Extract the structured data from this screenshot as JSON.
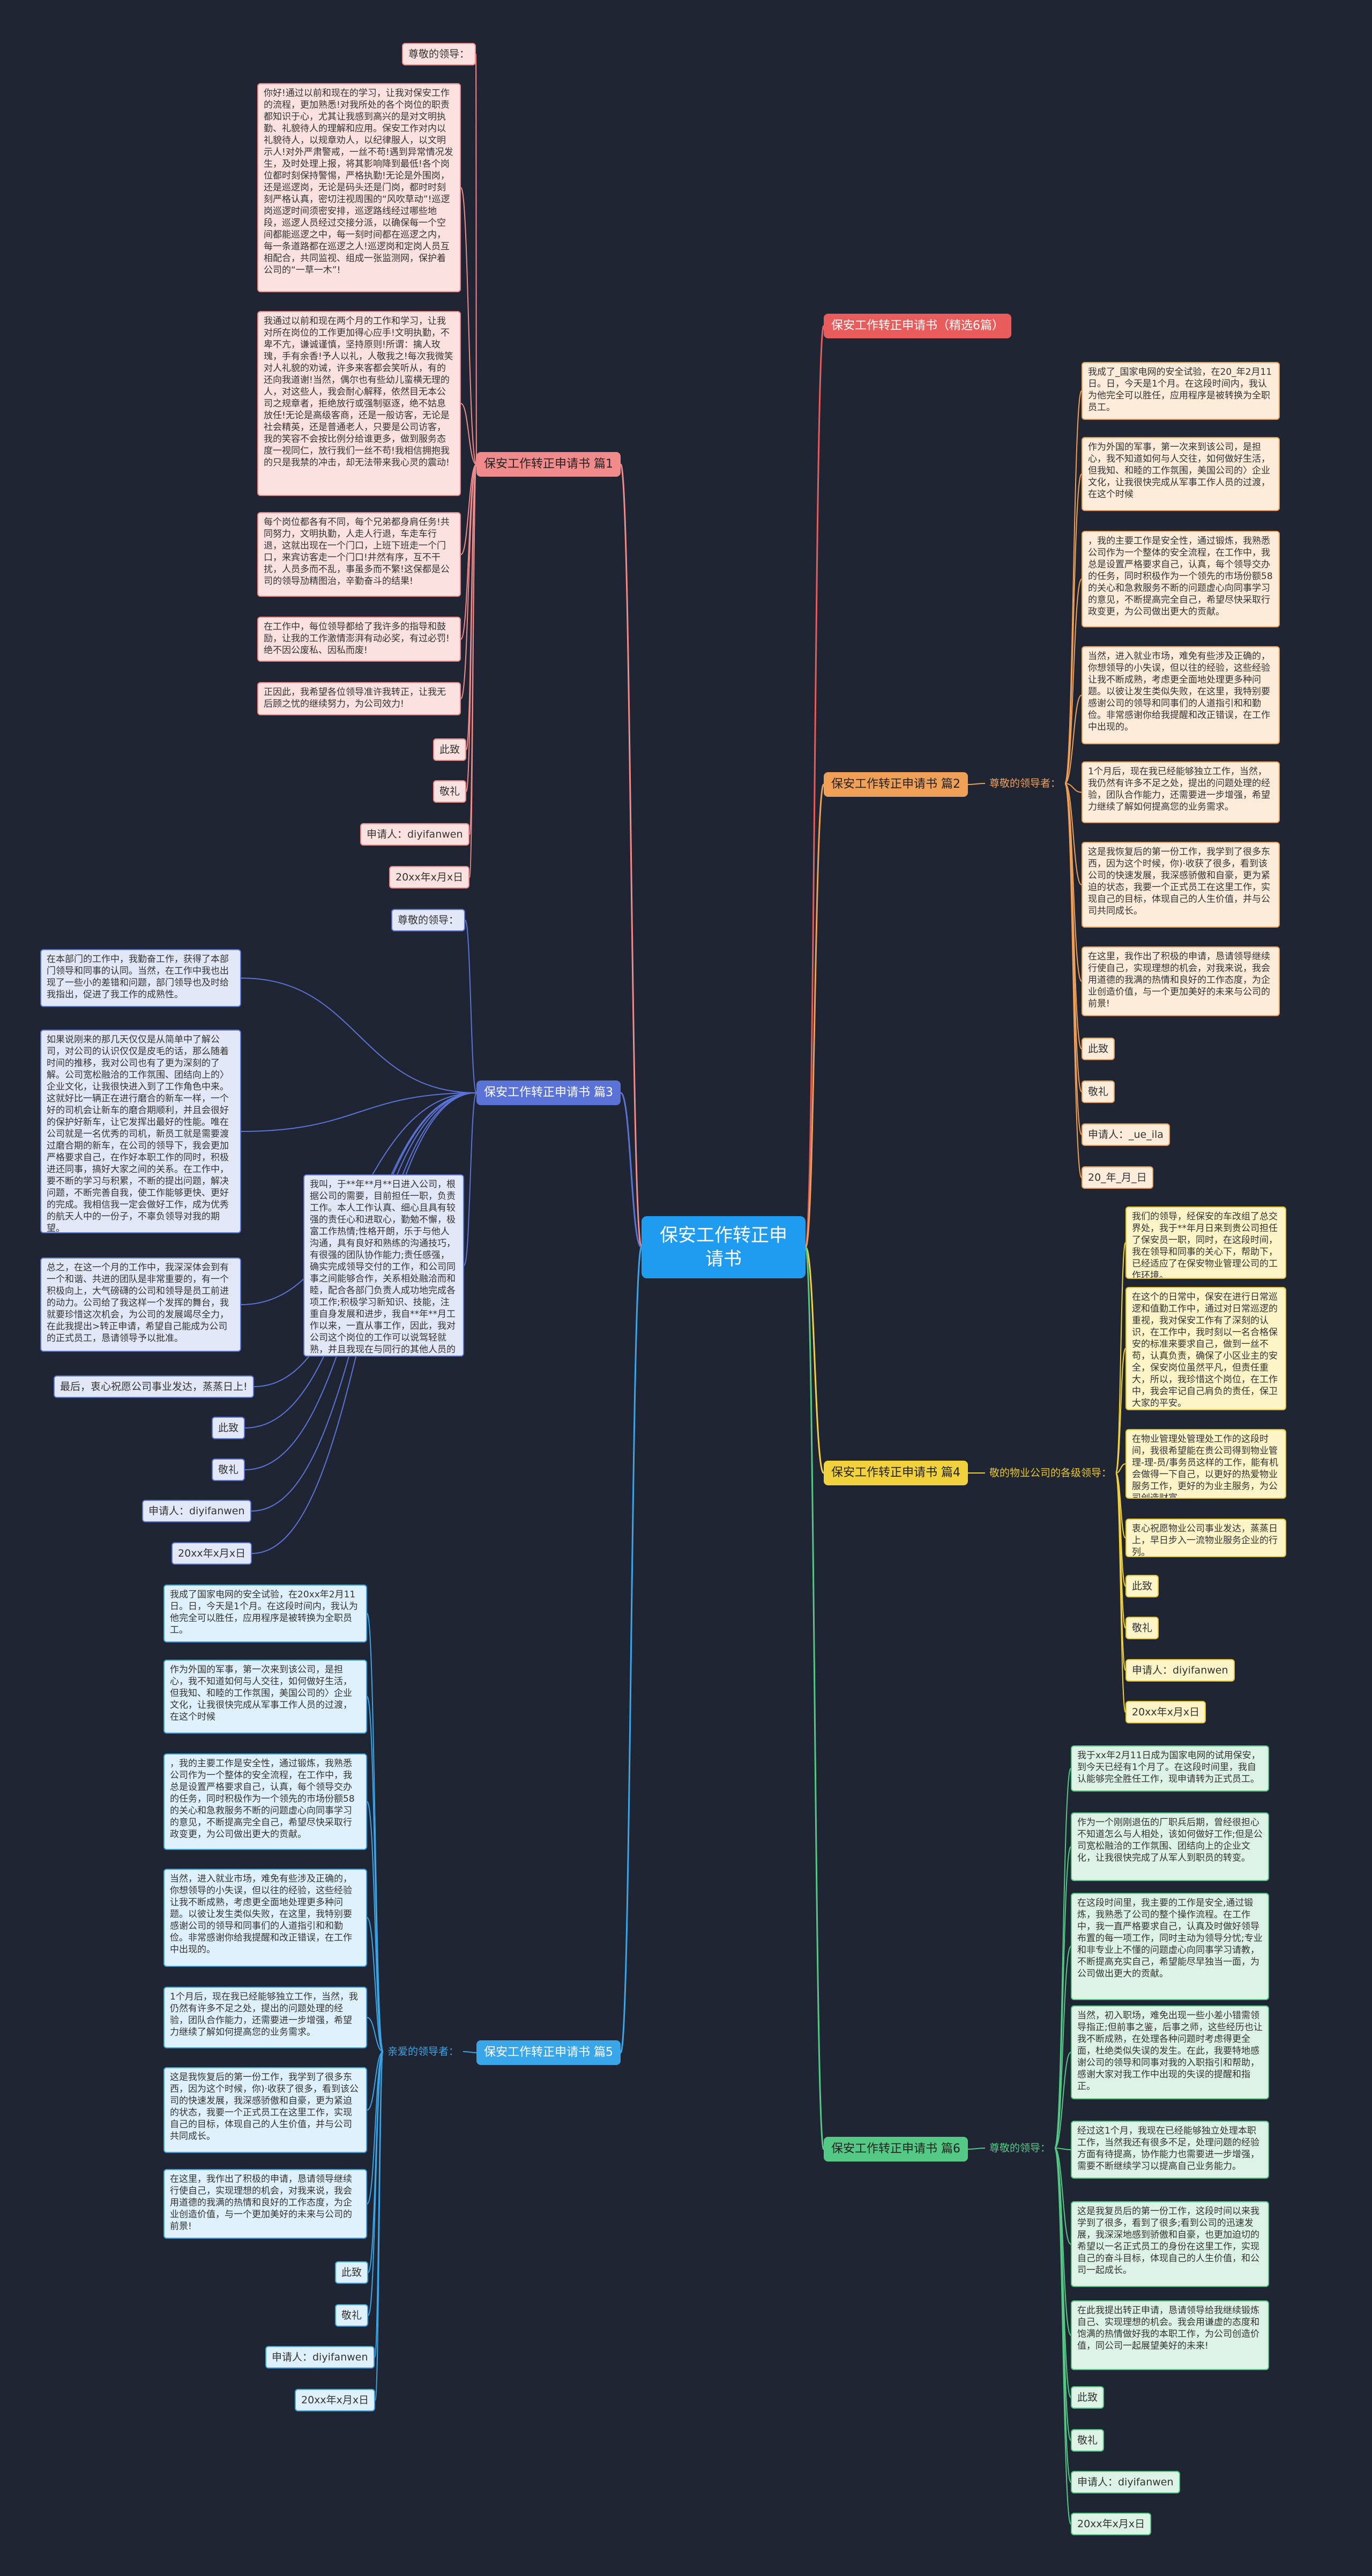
{
  "root": "保安工作转正申请书",
  "colors": {
    "background": "#1f2532",
    "root": "#1f9cf0",
    "b1": "#f18b8b",
    "b2": "#f0a056",
    "b3": "#5b73d6",
    "b4": "#f2d23c",
    "b5": "#3aa6ea",
    "b6": "#54c985",
    "b0": "#e85c5c"
  },
  "branch0": {
    "title": "保安工作转正申请书（精选6篇）"
  },
  "branch1": {
    "title": "保安工作转正申请书 篇1",
    "items": [
      "尊敬的领导：",
      "你好!通过以前和现在的学习，让我对保安工作的流程，更加熟悉!对我所处的各个岗位的职责都知识于心，尤其让我感到高兴的是对文明执勤、礼貌待人的理解和应用。保安工作对内以礼貌待人，以规章劝人，以纪律服人，以文明示人!对外严肃警戒，一丝不苟!遇到异常情况发生，及时处理上报，将其影响降到最低!各个岗位都时刻保持警惕，严格执勤!无论是外围岗，还是巡逻岗，无论是码头还是门岗，都时时刻刻严格认真，密切注视周围的“风吹草动”!巡逻岗巡逻时间须密安排，巡逻路线经过哪些地段，巡逻人员经过交接分派，以确保每一个空间都能巡逻之中，每一刻时间都在巡逻之内，每一条道路都在巡逻之人!巡逻岗和定岗人员互相配合，共同监视、组成一张监测网，保护着公司的“一草一木”!",
      "我通过以前和现在两个月的工作和学习，让我对所在岗位的工作更加得心应手!文明执勤，不卑不亢，谦诚谨慎，坚持原则!所谓：擒人玫瑰，手有余香!予人以礼，人敬我之!每次我微笑对人礼貌的劝诫，许多来客都会笑听从，有的还向我道谢!当然，偶尔也有些幼儿蛮横无理的人，对这些人，我会耐心解释，依然目无本公司之规章者，拒绝放行或强制驱逐，绝不姑息放任!无论是高级客商，还是一般访客，无论是社会精英，还是普通老人，只要是公司访客，我的笑容不会按比例分给谁更多，做到服务态度一视同仁，放行我们一丝不苟!我相信拥抱我的只是我禁的冲击，却无法带来我心灵的震动!",
      "每个岗位都各有不同，每个兄弟都身肩任务!共同努力，文明执勤，人走人行退，车走车行退，这就出现在一个门口，上班下班走一个门口，来宾访客走一个门口!井然有序，互不干扰，人员多而不乱，事虽多而不繁!这保都是公司的领导劢精图治，辛勤奋斗的结果!",
      "在工作中，每位领导都给了我许多的指导和鼓励，让我的工作激情澎湃有动必奖，有过必罚!绝不因公废私、因私而废!",
      "正因此，我希望各位领导准许我转正，让我无后顾之忧的继续努力，为公司效力!",
      "此致",
      "敬礼",
      "申请人：diyifanwen",
      "20xx年x月x日"
    ]
  },
  "branch2": {
    "title": "保安工作转正申请书 篇2",
    "sub": "尊敬的领导者：",
    "items": [
      "我成了_国家电网的安全试验，在20_年2月11日。日，今天是1个月。在这段时间内，我认为他完全可以胜任，应用程序是被转换为全职员工。",
      "作为外国的军事，第一次来到该公司，是担心，我不知道如何与人交往，如何做好生活，但我知、和睦的工作氛围，美国公司的〉企业文化，让我很快完成从军事工作人员的过渡，在这个时候",
      "，我的主要工作是安全性，通过锻炼，我熟悉公司作为一个整体的安全流程，在工作中，我总是设置严格要求自己，认真，每个领导交办的任务，同时积极作为一个领先的市场份额58的关心和急救服务不断的问题虚心向同事学习的意见，不断提高完全自己，希望尽快采取行政变更，为公司做出更大的贡献。",
      "当然，进入就业市场，难免有些涉及正确的，你想领导的小失误，但以往的经验，这些经验让我不断成熟，考虑更全面地处理更多种问题。以彼让发生类似失败，在这里，我特别要感谢公司的领导和同事们的人道指引和和勤俭。非常感谢你给我提醒和改正错误，在工作中出现的。",
      "1个月后，现在我已经能够独立工作，当然，我仍然有许多不足之处，提出的问题处理的经验，团队合作能力，还需要进一步增强，希望力继续了解如何提高您的业务需求。",
      "这是我恢复后的第一份工作，我学到了很多东西，因为这个时候，你)·收获了很多，看到该公司的快速发展，我深感骄傲和自豪，更为紧迫的状态，我要一个正式员工在这里工作，实现自己的目标，体现自己的人生价值，并与公司共同成长。",
      "在这里，我作出了积极的申请，恳请领导继续行使自己，实现理想的机会，对我来说，我会用道德的我满的热情和良好的工作态度，为企业创造价值，与一个更加美好的未来与公司的前景!",
      "此致",
      "敬礼",
      "申请人：_ue_ila",
      "20_年_月_日"
    ]
  },
  "branch3": {
    "title": "保安工作转正申请书 篇3",
    "items": [
      "尊敬的领导：",
      "在本部门的工作中，我勤奋工作，获得了本部门领导和同事的认同。当然，在工作中我也出现了一些小的差错和问题，部门领导也及时给我指出，促进了我工作的成熟性。",
      "如果说刚来的那几天仅仅是从简单中了解公司，对公司的认识仅仅是皮毛的话，那么随着时间的推移，我对公司也有了更为深刻的了解。公司宽松融洽的工作氛围、团结向上的〉企业文化，让我很快进入到了工作角色中来。这就好比一辆正在进行磨合的新车一样，一个好的司机会让新车的磨合期顺利，并且会很好的保护好新车，让它发挥出最好的性能。唯在公司就是一名优秀的司机，新员工就是需要渡过磨合期的新车，在公司的领导下，我会更加严格要求自己，在作好本职工作的同时，积极进还同事，搞好大家之间的关系。在工作中，要不断的学习与积累，不断的提出问题，解决问题，不断完善自我，使工作能够更快、更好的完成。我相信我一定会做好工作，成为优秀的航天人中的一份子，不辜负领导对我的期望。",
      "总之，在这一个月的工作中，我深深体会到有一个和谐、共进的团队是非常重要的，有一个积极向上，大气磅礴的公司和领导是员工前进的动力。公司给了我这样一个发挥的舞台，我就要珍惜这次机会，为公司的发展竭尽全力，在此我提出>转正申请，希望自己能成为公司的正式员工，恳请领导予以批准。",
      "最后，衷心祝愿公司事业发达，蒸蒸日上!",
      "此致",
      "敬礼",
      "申请人：diyifanwen",
      "20xx年x月x日"
    ],
    "mid": "我叫，于**年**月**日进入公司，根据公司的需要，目前担任一职，负责工作。本人工作认真、细心且具有较强的责任心和进取心，勤勉不懈，极富工作热情;性格开朗，乐于与他人沟通，具有良好和熟练的沟通技巧，有很强的团队协作能力;责任感强，确实完成领导交付的工作，和公司同事之间能够合作，关系相处融洽而和睦，配合各部门负责人成功地完成各项工作;积极学习新知识、技能，注重自身发展和进步，我自**年**月工作以来，一直从事工作，因此，我对公司这个岗位的工作可以说驾轻就熟，并且我现在与同行的其他人员的比较来说，我在这方面也深深的认识到我的不足，恳请领导能给予批准，明年工作转正了之后，我将会继续工作作为公司效力!"
  },
  "branch4": {
    "title": "保安工作转正申请书 篇4",
    "sub": "敬的物业公司的各级领导：",
    "items": [
      "我们的领导，经保安的车改组了总交界处，我于**年月日来到贵公司担任了保安员一职，同时，在这段时间，我在领导和同事的关心下，帮助下，已经适应了在保安物业管理公司的工作环境。",
      "在这个的日常中，保安在进行日常巡逻和值勤工作中，通过对日常巡逻的重视，我对保安工作有了深刻的认识，在工作中，我时刻以一名合格保安的标准来要求自己，做到一丝不苟，认真负责，确保了小区业主的安全，保安岗位虽然平凡，但责任重大，所以，我珍惜这个岗位，在工作中，我会牢记自己肩负的责任，保卫大家的平安。",
      "在物业管理处管理处工作的这段时间，我很希望能在贵公司得到物业管理-理-员/事务员这样的工作，能有机会做得一下自己，以更好的热爱物业服务工作，更好的为业主服务，为公司创造财富。",
      "衷心祝愿物业公司事业发达，蒸蒸日上，早日步入一流物业服务企业的行列。",
      "此致",
      "敬礼",
      "申请人：diyifanwen",
      "20xx年x月x日"
    ]
  },
  "branch5": {
    "title": "保安工作转正申请书 篇5",
    "sub": "亲爱的领导者：",
    "items": [
      "我成了国家电网的安全试验，在20xx年2月11日。日，今天是1个月。在这段时间内，我认为他完全可以胜任，应用程序是被转换为全职员工。",
      "作为外国的军事，第一次来到该公司，是担心，我不知道如何与人交往，如何做好生活，但我知、和睦的工作氛围，美国公司的〉企业文化，让我很快完成从军事工作人员的过渡，在这个时候",
      "，我的主要工作是安全性，通过锻炼，我熟悉公司作为一个整体的安全流程，在工作中，我总是设置严格要求自己，认真，每个领导交办的任务，同时积极作为一个领先的市场份额58的关心和急救服务不断的问题虚心向同事学习的意见，不断提高完全自己，希望尽快采取行政变更，为公司做出更大的贡献。",
      "当然，进入就业市场，难免有些涉及正确的，你想领导的小失误，但以往的经验，这些经验让我不断成熟，考虑更全面地处理更多种问题。以彼让发生类似失败，在这里，我特别要感谢公司的领导和同事们的人道指引和和勤俭。非常感谢你给我提醒和改正错误，在工作中出现的。",
      "1个月后，现在我已经能够独立工作，当然，我仍然有许多不足之处，提出的问题处理的经验，团队合作能力，还需要进一步增强，希望力继续了解如何提高您的业务需求。",
      "这是我恢复后的第一份工作，我学到了很多东西，因为这个时候，你)·收获了很多，看到该公司的快速发展，我深感骄傲和自豪，更为紧迫的状态，我要一个正式员工在这里工作，实现自己的目标，体现自己的人生价值，并与公司共同成长。",
      "在这里，我作出了积极的申请，恳请领导继续行使自己，实现理想的机会，对我来说，我会用道德的我满的热情和良好的工作态度，为企业创造价值，与一个更加美好的未来与公司的前景!",
      "此致",
      "敬礼",
      "申请人：diyifanwen",
      "20xx年x月x日"
    ]
  },
  "branch6": {
    "title": "保安工作转正申请书 篇6",
    "sub": "尊敬的领导：",
    "items": [
      "我于xx年2月11日成为国家电网的试用保安，到今天已经有1个月了。在这段时间里，我自认能够完全胜任工作，现申请转为正式员工。",
      "作为一个刚刚退伍的厂职兵后期，曾经很担心不知道怎么与人相处，该如何做好工作;但是公司宽松融洽的工作氛围、团结向上的企业文化，让我很快完成了从军人到职员的转变。",
      "在这段时间里，我主要的工作是安全,通过锻炼，我熟悉了公司的整个操作流程。在工作中，我一直严格要求自己，认真及时做好领导布置的每一项工作，同时主动为领导分忧;专业和非专业上不懂的问题虚心向同事学习请教，不断提高充实自己，希望能尽早独当一面，为公司做出更大的贡献。",
      "当然，初入职场，难免出现一些小差小错需领导指正;但前事之鉴，后事之师，这些经历也让我不断成熟，在处理各种问题时考虑得更全面，杜绝类似失误的发生。在此，我要特地感谢公司的领导和同事对我的入职指引和帮助，感谢大家对我工作中出现的失误的提醒和指正。",
      "经过这1个月，我现在已经能够独立处理本职工作，当然我还有很多不足，处理问题的经验方面有待提高，协作能力也需要进一步增强，需要不断继续学习以提高自己业务能力。",
      "这是我复员后的第一份工作，这段时间以来我学到了很多，看到了很多;看到公司的迅速发展，我深深地感到骄傲和自豪，也更加迫切的希望以一名正式员工的身份在这里工作，实现自己的奋斗目标，体现自己的人生价值，和公司一起成长。",
      "在此我提出转正申请，恳请领导给我继续锻炼自己、实现理想的机会。我会用谦虚的态度和饱满的热情做好我的本职工作，为公司创造价值，同公司一起展望美好的未来!",
      "此致",
      "敬礼",
      "申请人：diyifanwen",
      "20xx年x月x日"
    ]
  }
}
